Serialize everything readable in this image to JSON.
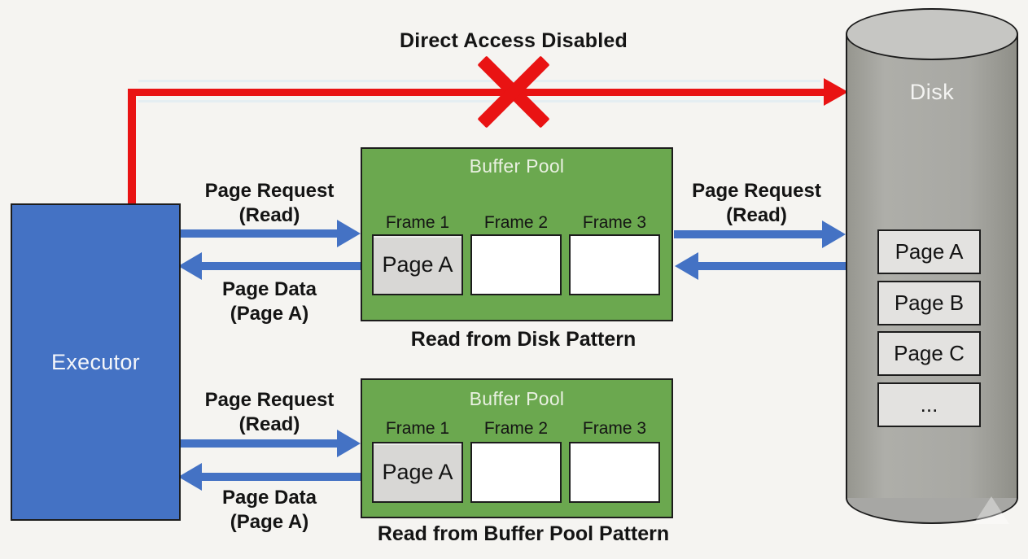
{
  "title_banner": {
    "label": "Direct Access Disabled"
  },
  "executor": {
    "label": "Executor"
  },
  "disk": {
    "label": "Disk",
    "pages": [
      "Page A",
      "Page B",
      "Page C",
      "..."
    ]
  },
  "pools": {
    "disk_pattern": {
      "title": "Buffer Pool",
      "frames": [
        {
          "label": "Frame 1",
          "page": "Page A"
        },
        {
          "label": "Frame 2",
          "page": ""
        },
        {
          "label": "Frame 3",
          "page": ""
        }
      ],
      "caption": "Read from Disk Pattern"
    },
    "buffer_pool_pattern": {
      "title": "Buffer Pool",
      "frames": [
        {
          "label": "Frame 1",
          "page": "Page A"
        },
        {
          "label": "Frame 2",
          "page": ""
        },
        {
          "label": "Frame 3",
          "page": ""
        }
      ],
      "caption": "Read from Buffer Pool Pattern"
    }
  },
  "flows": {
    "executor_pool_request_top": {
      "line1": "Page Request",
      "line2": "(Read)"
    },
    "pool_executor_data_top": {
      "line1": "Page Data",
      "line2": "(Page A)"
    },
    "pool_disk_request": {
      "line1": "Page Request",
      "line2": "(Read)"
    },
    "executor_pool_request_bottom": {
      "line1": "Page Request",
      "line2": "(Read)"
    },
    "pool_executor_data_bottom": {
      "line1": "Page Data",
      "line2": "(Page A)"
    }
  },
  "colors": {
    "background": "#f5f4f1",
    "executor_blue": "#4472c4",
    "arrow_blue": "#4472c4",
    "pool_green": "#6ba84f",
    "disabled_red": "#e91313",
    "cylinder_gray": "#a7a7a4",
    "cylinder_top_gray": "#c6c6c3",
    "page_chip_gray": "#d8d7d5",
    "disk_page_gray": "#e3e2e0",
    "outline": "#1c1c1c"
  }
}
